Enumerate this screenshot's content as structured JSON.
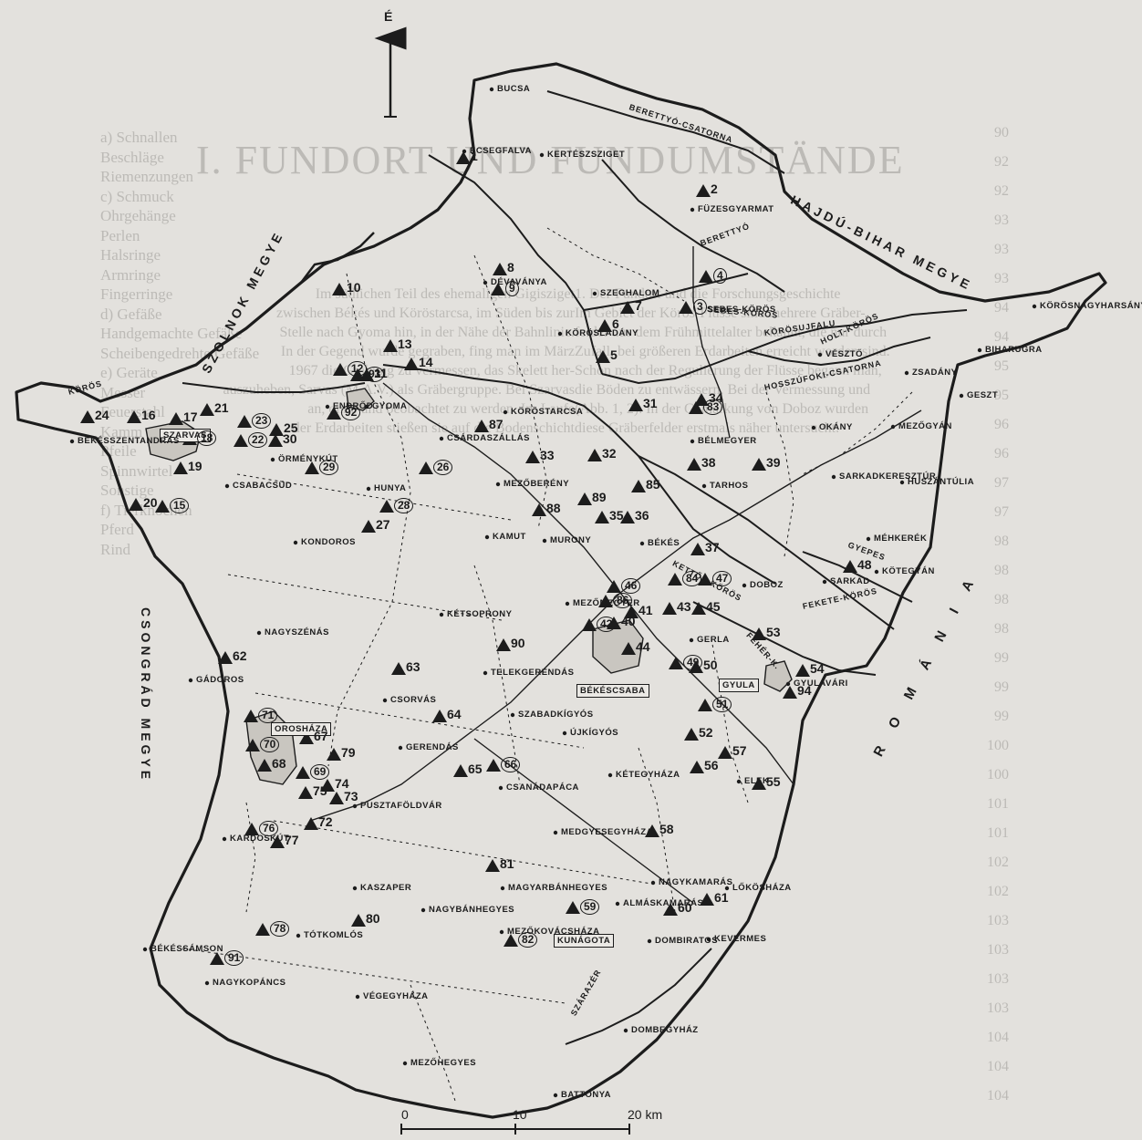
{
  "north_label": "É",
  "scale": {
    "labels": [
      "0",
      "10",
      "20 km"
    ]
  },
  "counties": {
    "szolnok": "SZOLNOK MEGYE",
    "hajdu_bihar": "HAJDÚ-BIHAR MEGYE",
    "csongrad": "CSONGRÁD MEGYE",
    "romania": "R O M Á N I A"
  },
  "rivers": {
    "berettyo_csatorna": "BERETTYÓ-CSATORNA",
    "berettyo": "BERETTYÓ",
    "sebes_koros": "SEBES-KÖRÖS",
    "korosujfalu": "KÖRÖSUJFALU",
    "holt_koros": "HOLT-KÖRÖS",
    "hosszufoki_csatorna": "HOSSZÚFOKI-CSATORNA",
    "kettos_koros": "KETTŐS-KÖRÖS",
    "feher_koros": "FEHÉR-K.",
    "fekete_koros": "FEKETE-KÖRÖS",
    "gyepes": "GYEPES",
    "koros": "KÖRÖS",
    "szarazer": "SZÁRAZÉR"
  },
  "places": [
    "BUCSA",
    "ECSEGFALVA",
    "KERTÉSZSZIGET",
    "FÜZESGYARMAT",
    "SZEGHALOM",
    "DÉVAVÁNYA",
    "KÖRÖSNAGYHARSÁNY",
    "BIHARUGRA",
    "SEBES-KÖRÖS",
    "KÖRÖSLADÁNY",
    "VÉSZTŐ",
    "ZSADÁNY",
    "GESZT",
    "OKÁNY",
    "MEZŐGYÁN",
    "ENDRŐD",
    "GYOMA",
    "KÖRÖSTARCSA",
    "CSÁRDASZÁLLÁS",
    "MEZŐBERÉNY",
    "BÉLMEGYER",
    "SARKADKERESZTÚR",
    "HUSZÁNTÚLIA",
    "SZARVAS",
    "KÖRÖS",
    "BÉKÉSSZENTANDRÁS",
    "ÖRMÉNYKÚT",
    "CSABACSÜD",
    "HUNYA",
    "TARHOS",
    "MÉHKERÉK",
    "KONDOROS",
    "KAMUT",
    "MURONY",
    "BÉKÉS",
    "DOBOZ",
    "SARKAD",
    "KÖTEGYÁN",
    "KÉTSOPRONY",
    "MEZŐMEGYER",
    "NAGYSZÉNÁS",
    "GÁDOROS",
    "TELEKGERENDÁS",
    "GERLA",
    "CSORVÁS",
    "BÉKÉSCSABA",
    "GYULA",
    "GYULAVÁRI",
    "SZABADKÍGYÓS",
    "ÚJKÍGYÓS",
    "OROSHÁZA",
    "GERENDÁS",
    "CSANÁDAPÁCA",
    "KÉTEGYHÁZA",
    "ELEK",
    "PUSZTAFÖLDVÁR",
    "MEDGYESEGYHÁZA",
    "KARDOSKÚT",
    "KASZAPER",
    "NAGYKAMARÁS",
    "NAGYBÁNHEGYES",
    "MAGYARBÁNHEGYES",
    "ALMÁSKAMARÁS",
    "LŐKÖSHÁZA",
    "BÉKÉSSÁMSON",
    "TÓTKOMLÓS",
    "MEZŐKOVÁCSHÁZA",
    "KUNÁGOTA",
    "DOMBIRATOS",
    "KEVERMES",
    "NAGYKOPÁNCS",
    "VÉGEGYHÁZA",
    "DOMBEGYHÁZ",
    "MEZŐHEGYES",
    "BATTONYA"
  ],
  "sites": [
    "1",
    "2",
    "3",
    "4",
    "5",
    "6",
    "7",
    "8",
    "9",
    "10",
    "11",
    "12",
    "13",
    "14",
    "15",
    "16",
    "17",
    "18",
    "19",
    "20",
    "21",
    "22",
    "23",
    "24",
    "25",
    "26",
    "27",
    "28",
    "29",
    "30",
    "31",
    "32",
    "33",
    "34",
    "35",
    "36",
    "37",
    "38",
    "39",
    "40",
    "41",
    "42",
    "43",
    "44",
    "45",
    "46",
    "47",
    "48",
    "49",
    "50",
    "51",
    "52",
    "53",
    "54",
    "55",
    "56",
    "57",
    "58",
    "59",
    "60",
    "61",
    "62",
    "63",
    "64",
    "65",
    "66",
    "67",
    "68",
    "69",
    "70",
    "71",
    "72",
    "73",
    "74",
    "75",
    "76",
    "77",
    "78",
    "79",
    "80",
    "81",
    "82",
    "83",
    "84",
    "85",
    "86",
    "87",
    "88",
    "89",
    "90",
    "91",
    "92",
    "93",
    "94"
  ],
  "background_text": {
    "title": "I. FUNDORT UND FUNDUMSTÄNDE",
    "list": [
      "a) Schnallen",
      "Beschläge",
      "Riemenzungen",
      "c) Schmuck",
      "Ohrgehänge",
      "Perlen",
      "Halsringe",
      "Armringe",
      "Fingerringe",
      "d) Gefäße",
      "Handgemachte Gefäße",
      "Scheibengedrehte Gefäße",
      "e) Geräte",
      "Messer",
      "Feuerstahl",
      "Kamm",
      "Pfeile",
      "Spinnwirtel",
      "Sonstige",
      "f) Tierknochen",
      "Pferd",
      "Rind"
    ],
    "page_numbers": [
      "90",
      "92",
      "92",
      "93",
      "93",
      "93",
      "94",
      "94",
      "95",
      "95",
      "96",
      "96",
      "97",
      "97",
      "98",
      "98",
      "98",
      "98",
      "99",
      "99",
      "99",
      "100",
      "100",
      "101",
      "101",
      "102",
      "102",
      "103",
      "103",
      "103",
      "103",
      "104",
      "104",
      "104"
    ],
    "paragraph_right": [
      "1. Der Fundort und die Forschungsgeschichte",
      "Im Gebiet der Körös-Flüsse sind mehrere Gräber-",
      "felder aus dem Frühmittelalter bekannt, die nur durch",
      "Zufall, bei größeren Erdarbeiten erreicht worden sind.",
      "Schon nach der Regulierung der Flüsse begann man,",
      "die Böden zu entwässern. Bei der Vermessung und",
      "(Abb. 1, 2). In der Gemarkung von Doboz wurden",
      "diese Gräberfelder erstmals näher untersucht."
    ],
    "paragraph_left": [
      "Im südlichen Teil des ehemaligen Gigisziget",
      "zwischen Békés und Köröstarcsa, im Süden bis zur",
      "Stelle nach Gyoma hin, in der Nähe der Bahnlinie.",
      "In der Gegend wurde gegraben, fing man im März",
      "1967 die Grabung zu vermessen, das Skelett her-",
      "auszuheben, Sarvas (M.A.V.) als Gräbergruppe. Bei Szarvas",
      "an, ohne und beobachtet zu werden. Im Laufe",
      "der Erdarbeiten stießen sie auf die Bodenschicht"
    ]
  }
}
